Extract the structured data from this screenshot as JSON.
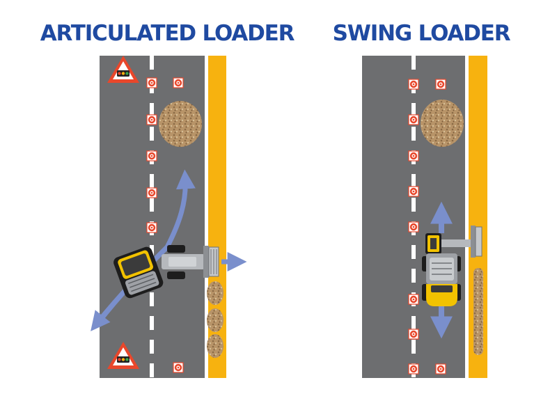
{
  "panels": [
    {
      "id": "articulated",
      "title": "ARTICULATED LOADER"
    },
    {
      "id": "swing",
      "title": "SWING LOADER"
    }
  ],
  "colors": {
    "title": "#1f4aa1",
    "road": "#6d6e70",
    "lane_marking": "#ffffff",
    "shoulder": "#f7b20f",
    "arrow": "#7a8fcc",
    "cone": "#e9472b",
    "warning_sign_border": "#e9472b",
    "machine_body": "#f2c200",
    "gravel": "#b08a5b"
  },
  "icons": {
    "warning_sign": "traffic-light-warning-triangle",
    "cone": "traffic-cone-top-view",
    "gravel": "gravel-pile",
    "loader": "loader-top-view"
  }
}
